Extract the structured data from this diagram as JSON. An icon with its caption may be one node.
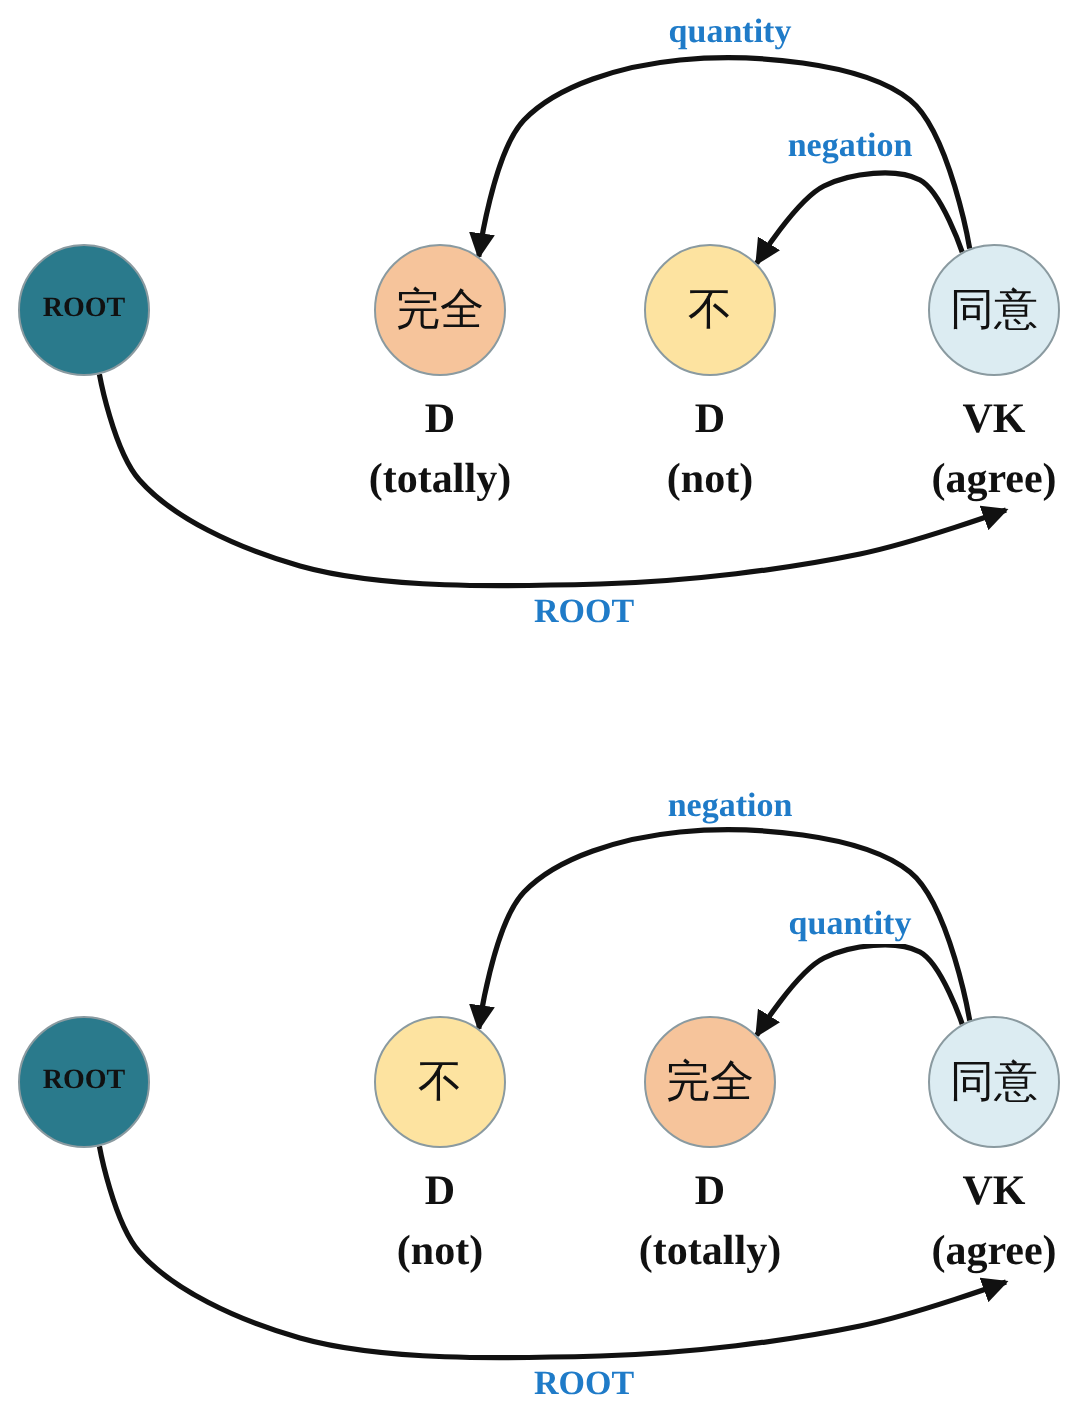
{
  "diagram": {
    "nodes": [
      {
        "text": [
          "ROOT"
        ]
      },
      {
        "text": [
          "完全"
        ],
        "beside": [
          "D",
          "(totally)"
        ]
      },
      {
        "text": [
          "不"
        ],
        "beside": [
          "D",
          "(not)"
        ]
      },
      {
        "text": [
          "同意"
        ],
        "beside": [
          "VK",
          "(agree)"
        ]
      },
      {
        "text": [
          "ROOT"
        ]
      },
      {
        "text": [
          "不"
        ],
        "beside": [
          "D",
          "(not)"
        ]
      },
      {
        "text": [
          "完全"
        ],
        "beside": [
          "D",
          "(totally)"
        ]
      },
      {
        "text": [
          "同意"
        ],
        "beside": [
          "VK",
          "(agree)"
        ]
      }
    ],
    "edges": [
      {
        "from": 3,
        "to": 1,
        "arrow": "to",
        "label": "quantity"
      },
      {
        "from": 3,
        "to": 2,
        "arrow": "to",
        "label": "negation"
      },
      {
        "from": 0,
        "to": 3,
        "arrow": "to",
        "label": "ROOT"
      },
      {
        "from": 7,
        "to": 5,
        "arrow": "to",
        "label": "negation"
      },
      {
        "from": 7,
        "to": 6,
        "arrow": "to",
        "label": "quantity"
      },
      {
        "from": 4,
        "to": 7,
        "arrow": "to",
        "label": "ROOT"
      }
    ]
  }
}
